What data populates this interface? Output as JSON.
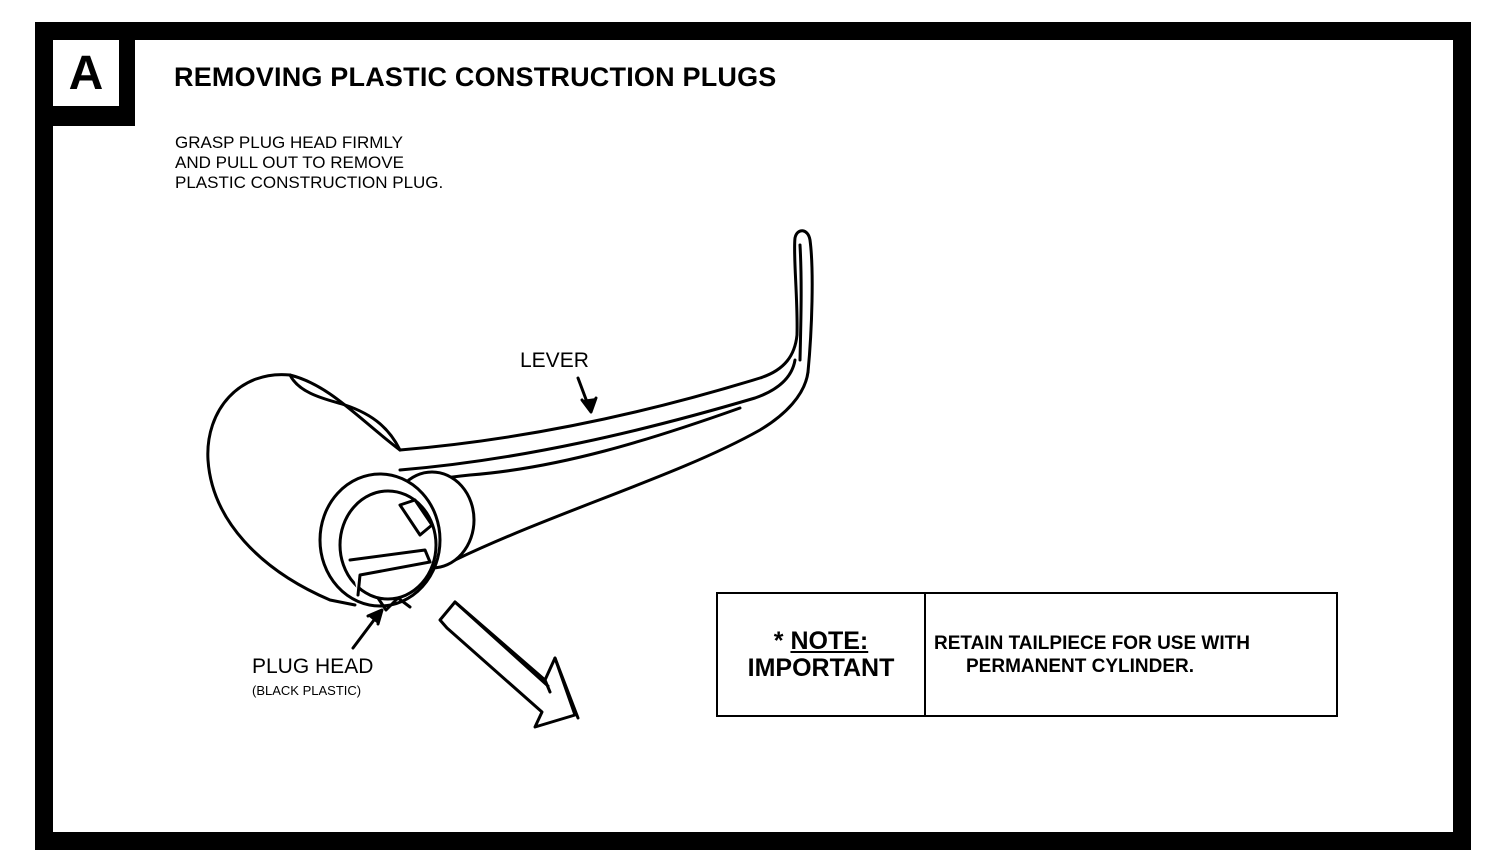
{
  "step": {
    "letter": "A"
  },
  "title": "REMOVING PLASTIC CONSTRUCTION PLUGS",
  "instructions": [
    "GRASP PLUG HEAD FIRMLY",
    "AND PULL OUT TO REMOVE",
    "PLASTIC CONSTRUCTION PLUG."
  ],
  "labels": {
    "lever": "LEVER",
    "plug_head": "PLUG HEAD",
    "plug_head_sub": "(BLACK PLASTIC)"
  },
  "note": {
    "prefix": "* ",
    "title": "NOTE:",
    "subtitle": "IMPORTANT",
    "text_lines": [
      "RETAIN TAILPIECE FOR USE WITH",
      "PERMANENT CYLINDER."
    ]
  }
}
